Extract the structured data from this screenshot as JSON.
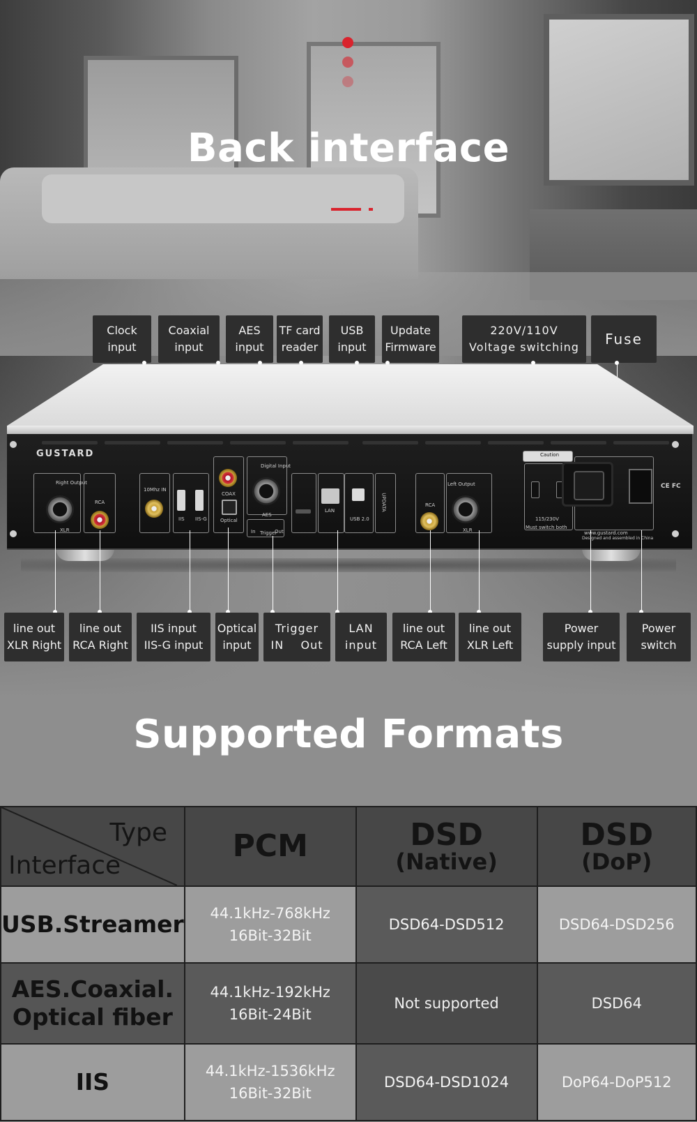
{
  "header": {
    "title": "Back interface",
    "accent": "#d9232d"
  },
  "top_labels": [
    {
      "id": "clock",
      "text": "Clock\ninput"
    },
    {
      "id": "coaxial",
      "text": "Coaxial\ninput"
    },
    {
      "id": "aes",
      "text": "AES\ninput"
    },
    {
      "id": "tfcard",
      "text": "TF card\nreader"
    },
    {
      "id": "usb",
      "text": "USB\ninput"
    },
    {
      "id": "update",
      "text": "Update\nFirmware"
    },
    {
      "id": "voltage",
      "text": "220V/110V\nVoltage switching"
    },
    {
      "id": "fuse",
      "text": "Fuse"
    }
  ],
  "bottom_labels": [
    {
      "id": "xlr_right",
      "text": "line out\nXLR Right"
    },
    {
      "id": "rca_right",
      "text": "line out\nRCA Right"
    },
    {
      "id": "iis",
      "text": "IIS input\nIIS-G input"
    },
    {
      "id": "optical",
      "text": "Optical\ninput"
    },
    {
      "id": "trigger",
      "text": "Trigger\nIN    Out"
    },
    {
      "id": "lan",
      "text": "LAN\ninput"
    },
    {
      "id": "rca_left",
      "text": "line out\nRCA Left"
    },
    {
      "id": "xlr_left",
      "text": "line out\nXLR Left"
    },
    {
      "id": "power_input",
      "text": "Power\nsupply input"
    },
    {
      "id": "power_switch",
      "text": "Power\nswitch"
    }
  ],
  "device": {
    "brand": "GUSTARD",
    "panel_text": {
      "right_output": "Right Output",
      "left_output": "Left Output",
      "xlr": "XLR",
      "rca": "RCA",
      "clock_in": "10Mhz IN",
      "iis": "IIS",
      "iis_g": "IIS-G",
      "coax": "COAX",
      "optical": "Optical",
      "digital_input": "Digital Input",
      "aes": "AES",
      "in": "In",
      "trigger": "Trigger",
      "out": "Out",
      "lan": "LAN",
      "usb": "USB 2.0",
      "updata": "UPDATA",
      "caution": "Caution",
      "voltage": "115/230V",
      "must_switch": "Must switch both",
      "website": "www.gustard.com",
      "made_in": "Designed and assembled in China",
      "certs": "CE FC"
    }
  },
  "formats": {
    "title": "Supported Formats",
    "corner_type": "Type",
    "corner_interface": "Interface",
    "columns": [
      {
        "main": "PCM",
        "sub": ""
      },
      {
        "main": "DSD",
        "sub": "(Native)"
      },
      {
        "main": "DSD",
        "sub": "(DoP)"
      }
    ],
    "rows": [
      {
        "interface": "USB.Streamer",
        "pcm": "44.1kHz-768kHz",
        "pcm_bits": "16Bit-32Bit",
        "dsd_native": "DSD64-DSD512",
        "dsd_dop": "DSD64-DSD256"
      },
      {
        "interface": "AES.Coaxial.",
        "interface2": "Optical fiber",
        "pcm": "44.1kHz-192kHz",
        "pcm_bits": "16Bit-24Bit",
        "dsd_native": "Not supported",
        "dsd_dop": "DSD64"
      },
      {
        "interface": "IIS",
        "pcm": "44.1kHz-1536kHz",
        "pcm_bits": "16Bit-32Bit",
        "dsd_native": "DSD64-DSD1024",
        "dsd_dop": "DoP64-DoP512"
      }
    ]
  }
}
